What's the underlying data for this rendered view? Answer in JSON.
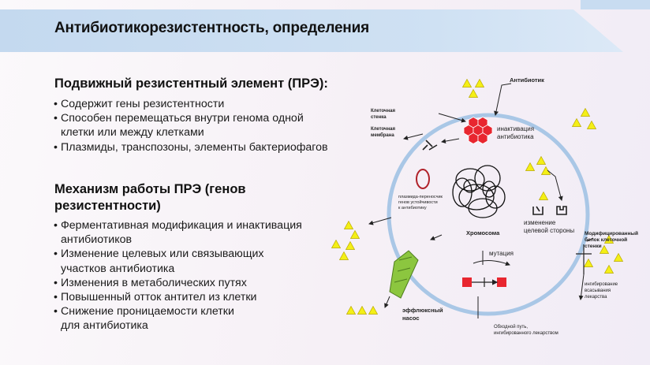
{
  "header": {
    "title": "Антибиотикорезистентность, определения"
  },
  "section1": {
    "title": "Подвижный резистентный элемент (ПРЭ):",
    "bullets": [
      "Содержит гены резистентности",
      "Способен перемещаться внутри генома одной",
      "клетки или между клетками",
      "Плазмиды, транспозоны, элементы бактериофагов"
    ]
  },
  "section2": {
    "title_line1": "Механизм работы ПРЭ (генов",
    "title_line2": "резистентности)",
    "bullets": [
      "Ферментативная модификация и инактивация",
      "антибиотиков",
      "Изменение целевых или связывающих",
      "участков антибиотика",
      "Изменения в метаболических путях",
      "Повышенный отток антител из клетки",
      "Снижение проницаемости клетки",
      "для антибиотика"
    ]
  },
  "diagram": {
    "antibiotic": "Антибиотик",
    "cell_wall_1": "Клеточная",
    "cell_wall_2": "стенка",
    "cell_membrane_1": "Клеточная",
    "cell_membrane_2": "мембрана",
    "inactivation_1": "инактивация",
    "inactivation_2": "антибиотика",
    "plasmid_1": "плазмида-переносчик",
    "plasmid_2": "генов устойчивости",
    "plasmid_3": "к антибиотику",
    "chromosome": "Хромосома",
    "target_change_1": "изменение",
    "target_change_2": "целевой стороны",
    "mutation": "мутация",
    "modified_protein_1": "Модифицированный",
    "modified_protein_2": "белок клеточной",
    "modified_protein_3": "стенки",
    "inhibition_1": "ингибирование",
    "inhibition_2": "всасывания",
    "inhibition_3": "лекарства",
    "efflux_1": "эффлюксный",
    "efflux_2": "насос",
    "bypass_1": "Обходной путь,",
    "bypass_2": "ингибированного лекарством"
  },
  "colors": {
    "header_band": "#c4d9ef",
    "cell_ring": "#a9c7e6",
    "enzyme_red": "#e8262f",
    "antibiotic_yellow": "#f4ef16",
    "pump_green": "#8cc63f",
    "plasmid_red": "#b0222a"
  }
}
